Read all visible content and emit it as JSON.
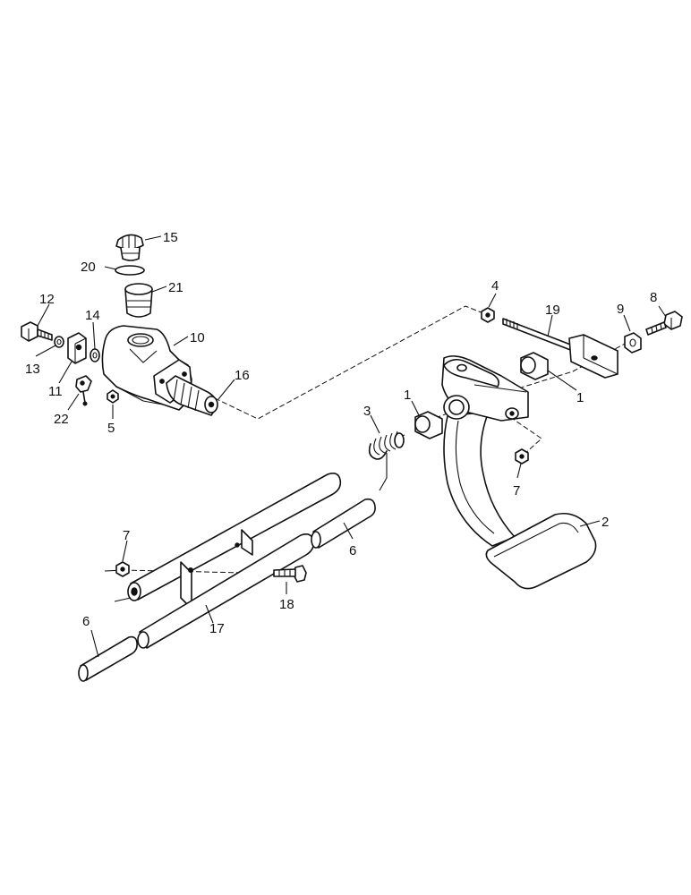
{
  "callouts": {
    "c1a": "1",
    "c1b": "1",
    "c2": "2",
    "c3": "3",
    "c4": "4",
    "c5": "5",
    "c6a": "6",
    "c6b": "6",
    "c7a": "7",
    "c7b": "7",
    "c8": "8",
    "c9": "9",
    "c10": "10",
    "c11": "11",
    "c12": "12",
    "c13": "13",
    "c14": "14",
    "c15": "15",
    "c16": "16",
    "c17": "17",
    "c18": "18",
    "c19": "19",
    "c20": "20",
    "c21": "21",
    "c22": "22"
  }
}
